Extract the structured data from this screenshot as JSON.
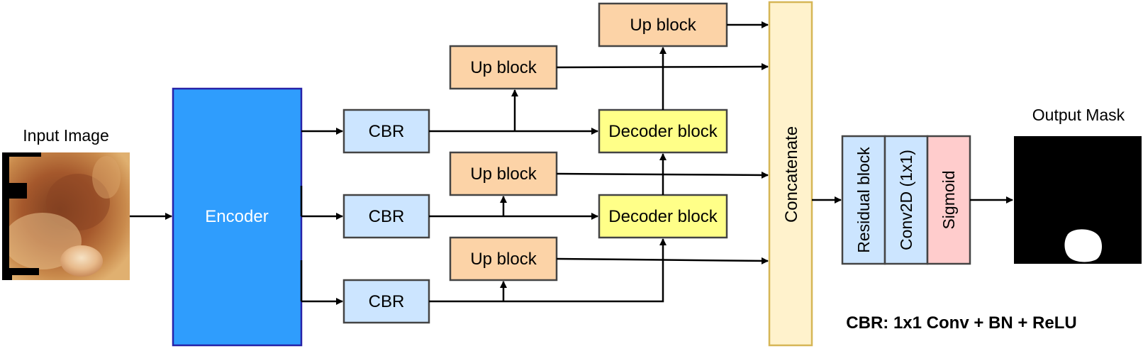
{
  "labels": {
    "input_image": "Input Image",
    "output_mask": "Output Mask",
    "encoder": "Encoder",
    "cbr": "CBR",
    "up_block": "Up block",
    "decoder_block": "Decoder block",
    "concatenate": "Concatenate",
    "residual_block": "Residual block",
    "conv2d": "Conv2D (1x1)",
    "sigmoid": "Sigmoid",
    "legend": "CBR: 1x1 Conv + BN + ReLU"
  },
  "colors": {
    "encoder": "#2f9dfd",
    "encoder_border": "#2722a8",
    "cbr": "#cce5ff",
    "up_block": "#fcd3a7",
    "decoder_block": "#ffff88",
    "concatenate": "#fff2cc",
    "concatenate_border": "#d6b656",
    "residual_block": "#cce5ff",
    "conv2d": "#cce5ff",
    "sigmoid": "#ffcccc",
    "stroke": "#444444"
  }
}
